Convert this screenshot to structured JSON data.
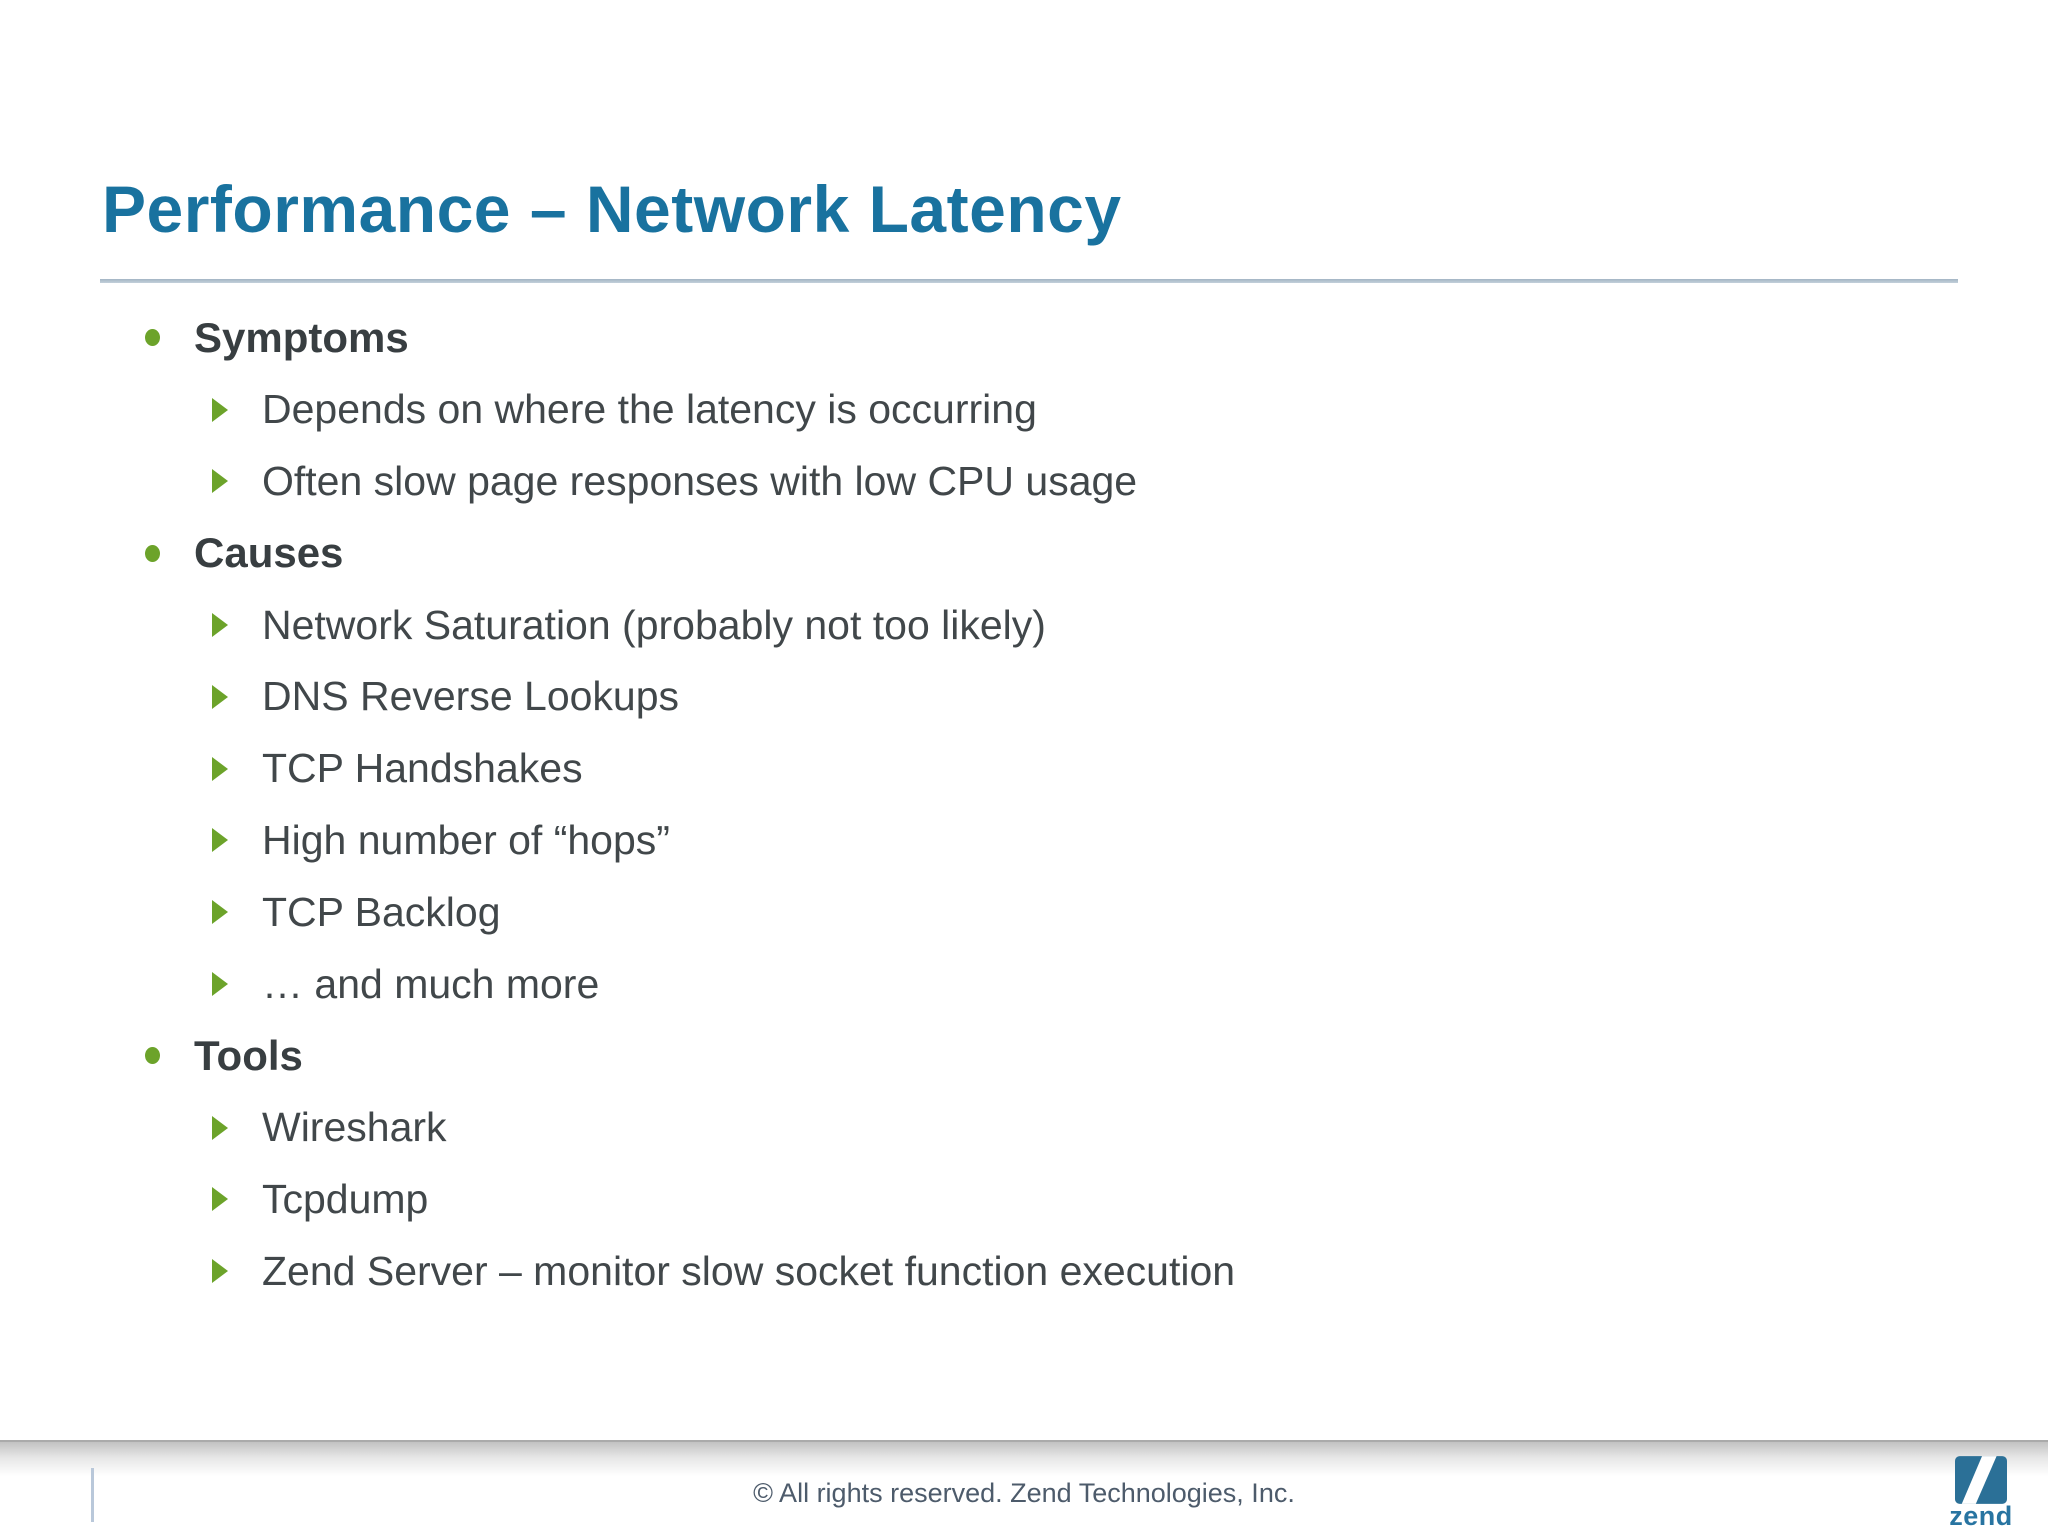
{
  "slide": {
    "title": "Performance – Network Latency"
  },
  "content": {
    "items": [
      {
        "level": 1,
        "text": "Symptoms"
      },
      {
        "level": 2,
        "text": "Depends on where the latency is occurring"
      },
      {
        "level": 2,
        "text": "Often slow page responses with low CPU usage"
      },
      {
        "level": 1,
        "text": "Causes"
      },
      {
        "level": 2,
        "text": "Network Saturation (probably not too likely)"
      },
      {
        "level": 2,
        "text": "DNS Reverse Lookups"
      },
      {
        "level": 2,
        "text": "TCP Handshakes"
      },
      {
        "level": 2,
        "text": "High number of “hops”"
      },
      {
        "level": 2,
        "text": "TCP Backlog"
      },
      {
        "level": 2,
        "text": "… and much more"
      },
      {
        "level": 1,
        "text": "Tools"
      },
      {
        "level": 2,
        "text": "Wireshark"
      },
      {
        "level": 2,
        "text": "Tcpdump"
      },
      {
        "level": 2,
        "text": "Zend Server – monitor slow socket function execution"
      }
    ]
  },
  "footer": {
    "copyright": "© All rights reserved. Zend Technologies, Inc.",
    "logo_text": "zend"
  },
  "colors": {
    "title_blue": "#19729f",
    "rule_blue_gray": "#b6c4d1",
    "body_text": "#41474a",
    "header_text": "#383e41",
    "bullet_green": "#6ca32a",
    "footer_text": "#4d5b6b",
    "logo_blue": "#2874a1"
  }
}
